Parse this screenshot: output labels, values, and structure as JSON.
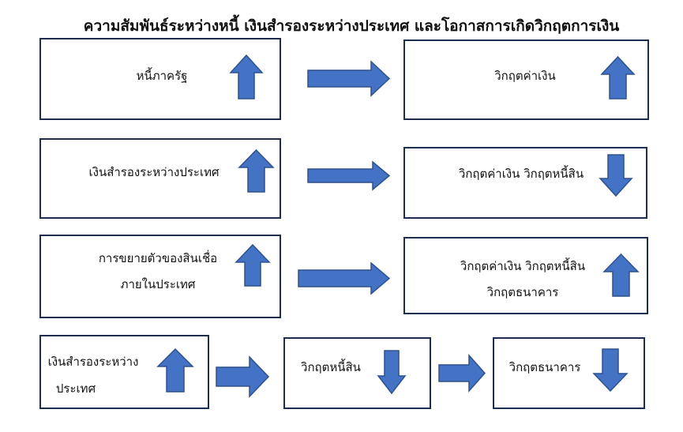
{
  "title": "ความสัมพันธ์ระหว่างหนี้ เงินสำรองระหว่างประเทศ และโอกาสการเกิดวิกฤตการเงิน",
  "rows": [
    {
      "cause": "หนี้ภาครัฐ",
      "cause_direction": "up",
      "effect": "วิกฤตค่าเงิน",
      "effect_direction": "up"
    },
    {
      "cause": "เงินสำรองระหว่างประเทศ",
      "cause_direction": "up",
      "effect": "วิกฤตค่าเงิน วิกฤตหนี้สิน",
      "effect_direction": "down"
    },
    {
      "cause_line1": "การขยายตัวของสินเชื่อ",
      "cause_line2": "ภายในประเทศ",
      "cause_direction": "up",
      "effect_line1": "วิกฤตค่าเงิน วิกฤตหนี้สิน",
      "effect_line2": "วิกฤตธนาคาร",
      "effect_direction": "up"
    },
    {
      "cause_line1": "เงินสำรองระหว่าง",
      "cause_line2": "ประเทศ",
      "cause_direction": "up",
      "middle": "วิกฤตหนี้สิน",
      "middle_direction": "down",
      "effect": "วิกฤตธนาคาร",
      "effect_direction": "down"
    }
  ],
  "colors": {
    "arrow_fill": "#4472c4",
    "arrow_stroke": "#2f528f",
    "box_border": "#1f2d4d"
  }
}
